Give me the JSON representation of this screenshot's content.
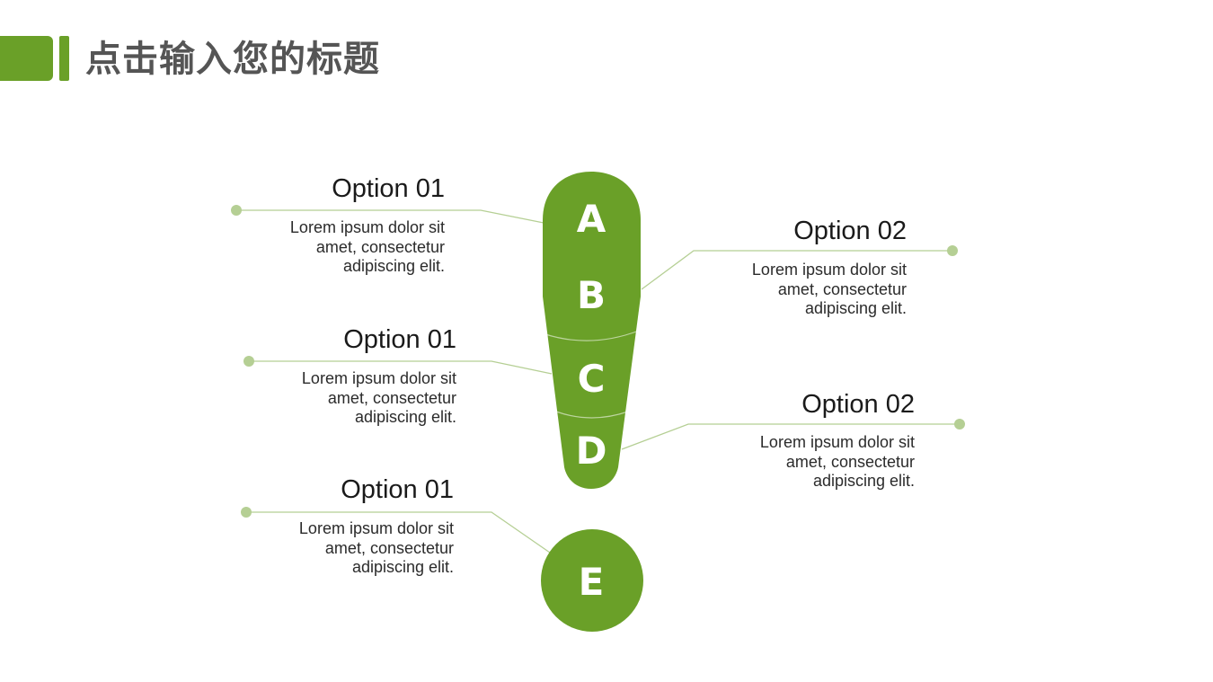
{
  "header": {
    "title": "点击输入您的标题",
    "accent_color": "#6aa028"
  },
  "diagram": {
    "shape_color": "#6aa028",
    "connector_color": "#b5cf94",
    "letters": [
      "A",
      "B",
      "C",
      "D",
      "E"
    ],
    "items": [
      {
        "title": "Option 01",
        "body": "Lorem ipsum dolor sit amet, consectetur adipiscing elit."
      },
      {
        "title": "Option 02",
        "body": "Lorem ipsum dolor sit amet, consectetur adipiscing elit."
      },
      {
        "title": "Option 01",
        "body": "Lorem ipsum dolor sit amet, consectetur adipiscing elit."
      },
      {
        "title": "Option 02",
        "body": "Lorem ipsum dolor sit amet, consectetur adipiscing elit."
      },
      {
        "title": "Option 01",
        "body": "Lorem ipsum dolor sit amet, consectetur adipiscing elit."
      }
    ]
  }
}
